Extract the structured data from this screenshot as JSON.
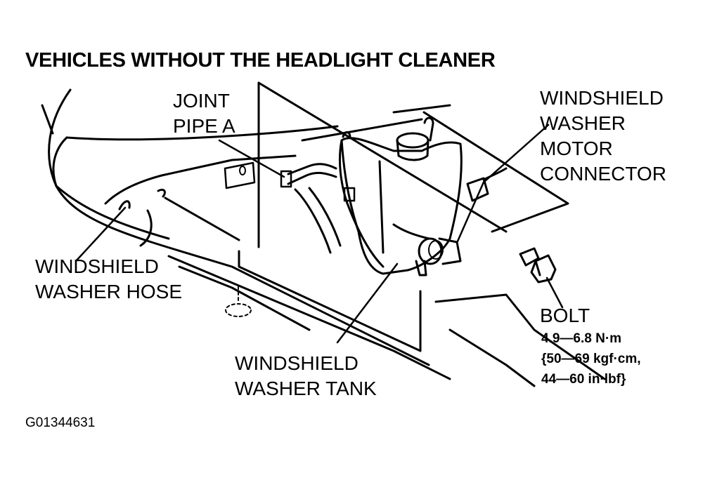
{
  "title": "VEHICLES WITHOUT THE HEADLIGHT CLEANER",
  "labels": {
    "joint_pipe": "JOINT\nPIPE A",
    "motor_connector": "WINDSHIELD\nWASHER\nMOTOR\nCONNECTOR",
    "washer_hose": "WINDSHIELD\nWASHER HOSE",
    "washer_tank": "WINDSHIELD\nWASHER TANK",
    "bolt": "BOLT",
    "bolt_torque": "4.9—6.8 N·m\n{50—69 kgf·cm,\n44—60 in·lbf}"
  },
  "figure_code": "G01344631"
}
